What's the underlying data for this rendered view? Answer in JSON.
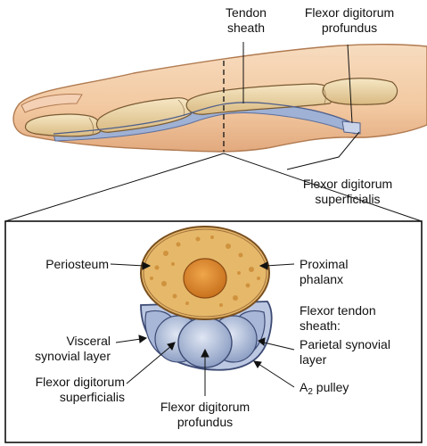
{
  "figure": {
    "top_labels": {
      "tendon_sheath": [
        "Tendon",
        "sheath"
      ],
      "fdp": [
        "Flexor digitorum",
        "profundus"
      ],
      "fds": [
        "Flexor digitorum",
        "superficialis"
      ]
    },
    "cross_section_labels": {
      "periosteum": "Periosteum",
      "proximal_phalanx": [
        "Proximal",
        "phalanx"
      ],
      "flexor_tendon_sheath": [
        "Flexor tendon",
        "sheath:"
      ],
      "parietal_synovial": [
        "Parietal synovial",
        "layer"
      ],
      "visceral_synovial": [
        "Visceral",
        "synovial layer"
      ],
      "fds": [
        "Flexor digitorum",
        "superficialis"
      ],
      "fdp": [
        "Flexor digitorum",
        "profundus"
      ],
      "pulley": {
        "letter": "A",
        "subscript": "2",
        "suffix": " pulley"
      }
    }
  }
}
